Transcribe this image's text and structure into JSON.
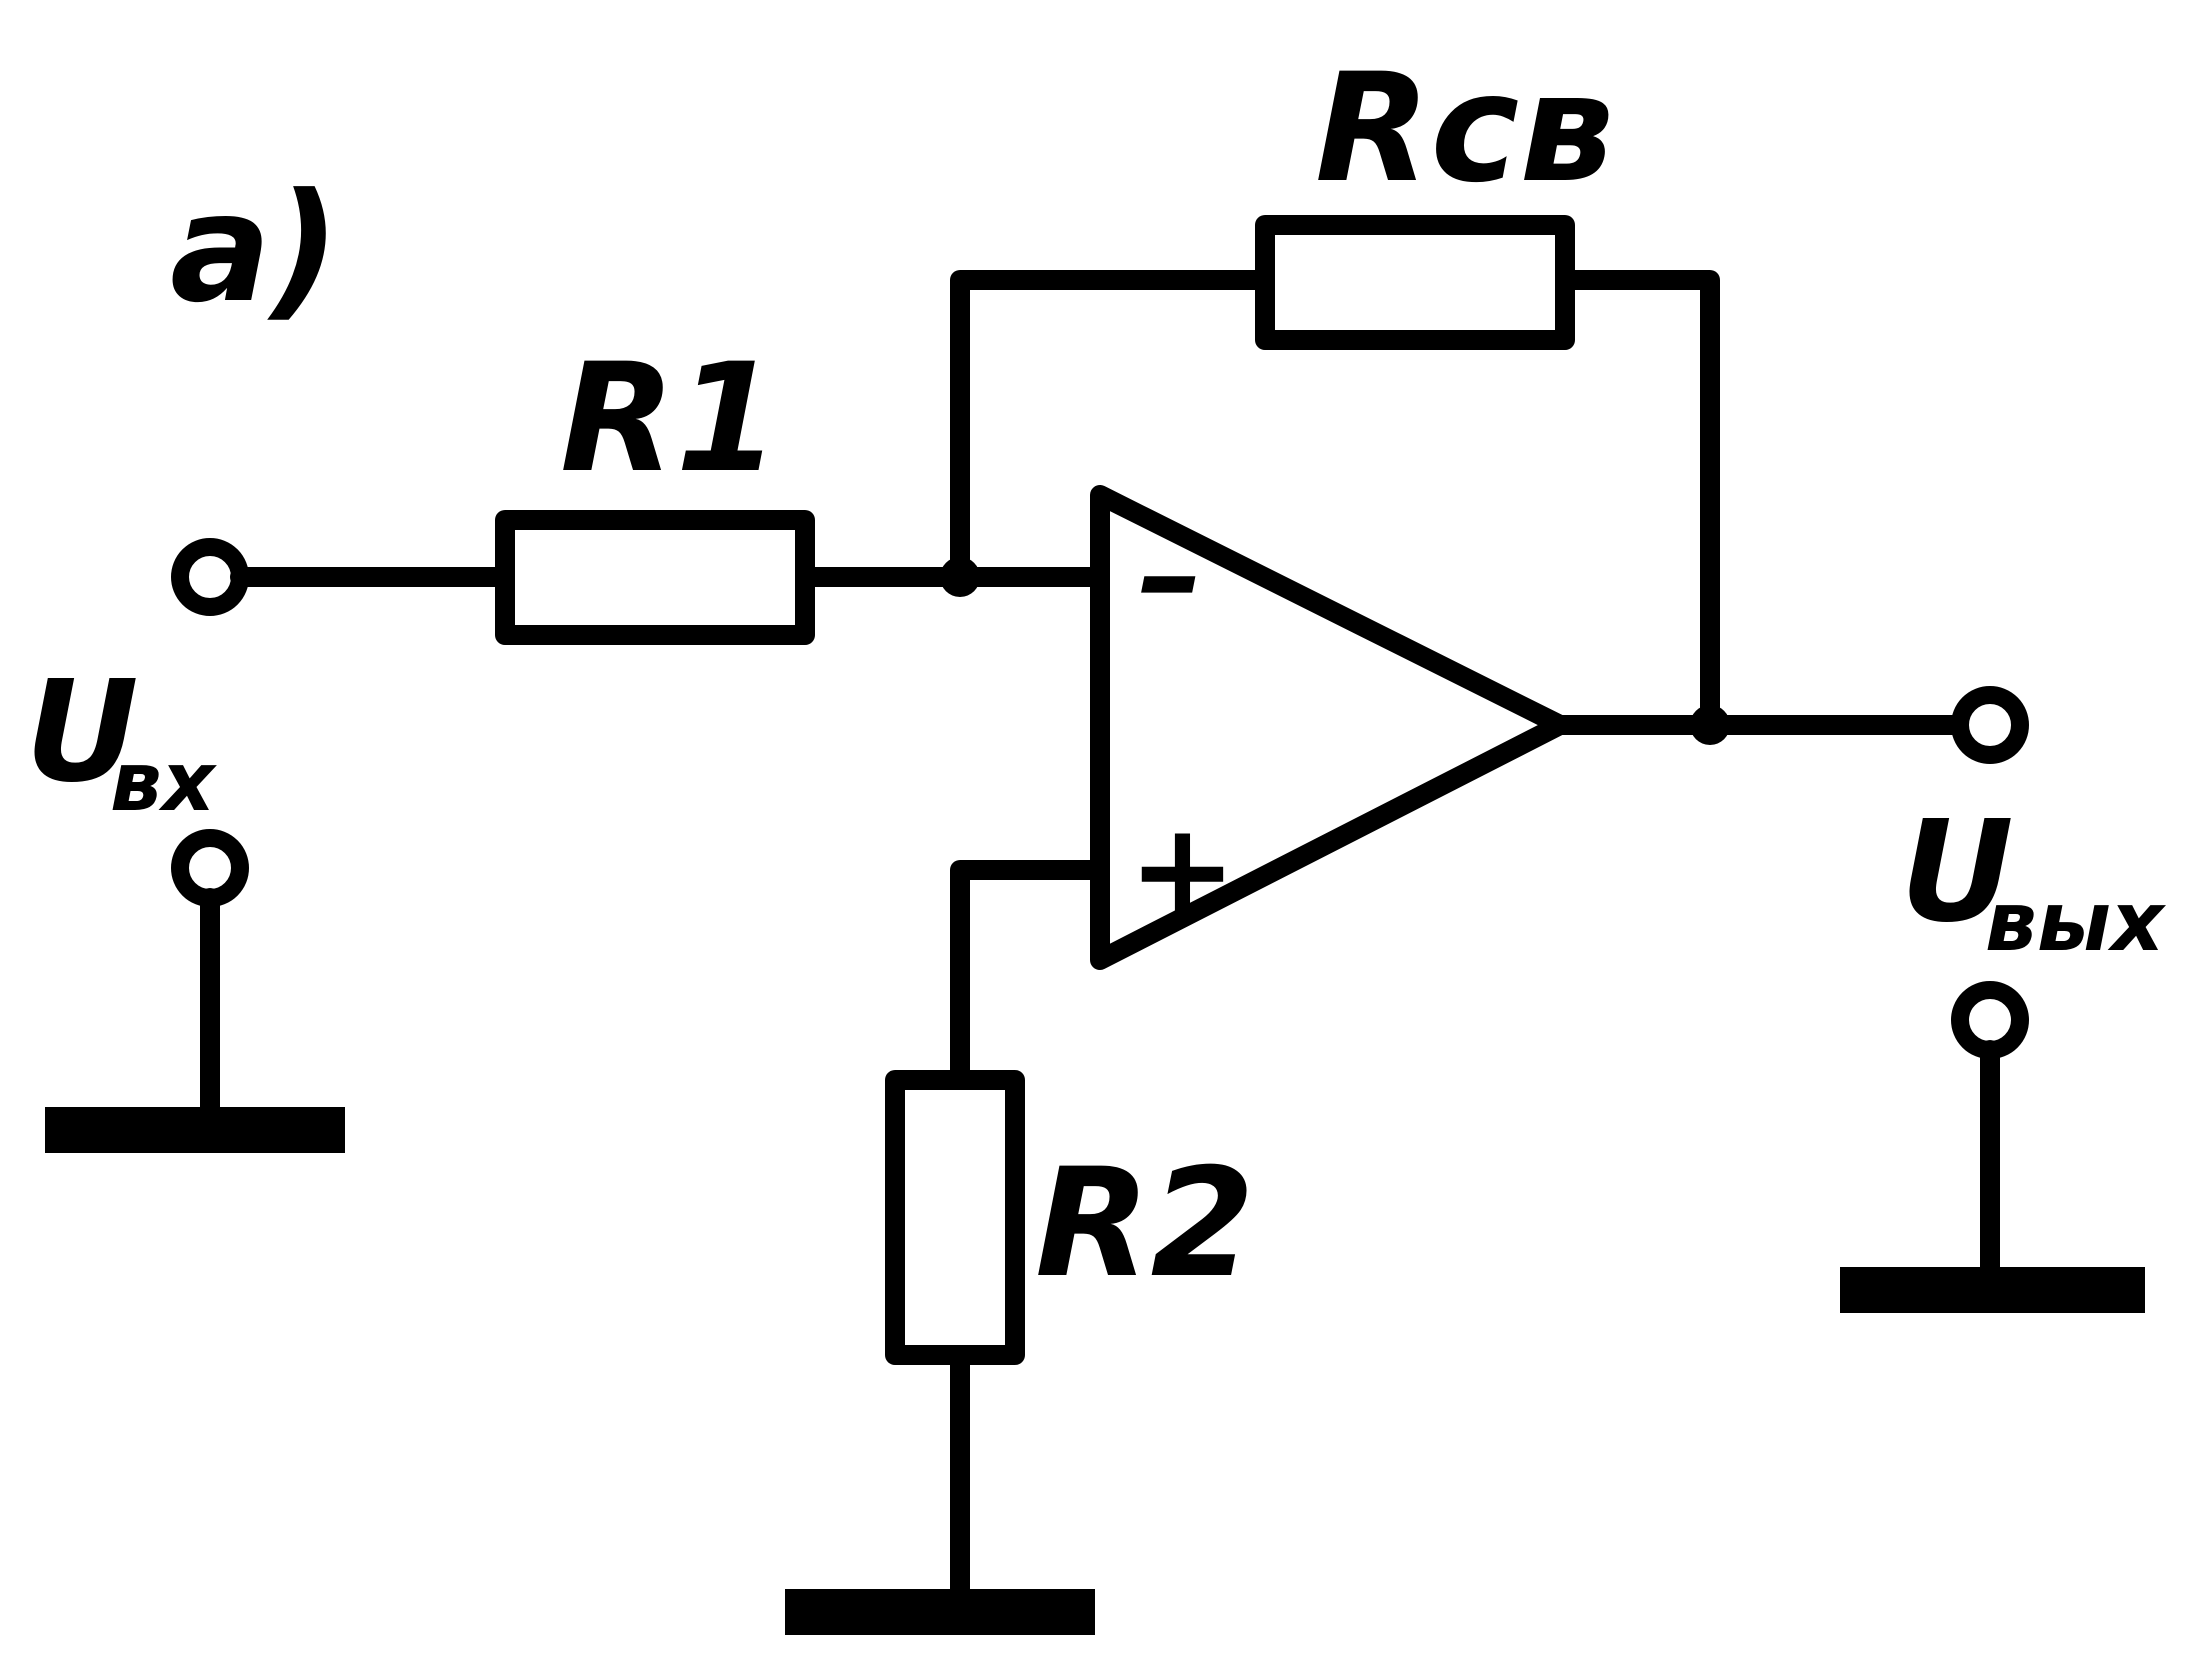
{
  "figure_label": "a)",
  "components": {
    "r1": "R1",
    "rfb": "Rсв",
    "r2": "R2"
  },
  "opamp": {
    "inverting_sign": "–",
    "noninverting_sign": "+"
  },
  "terminals": {
    "input_main": "U",
    "input_sub": "вх",
    "output_main": "U",
    "output_sub": "вых"
  }
}
